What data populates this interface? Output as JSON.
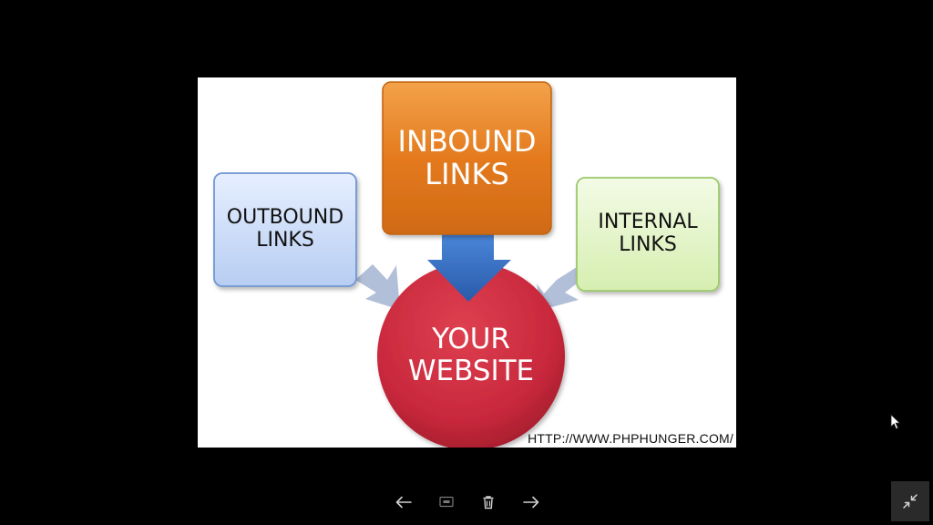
{
  "slide": {
    "boxes": {
      "inbound": {
        "line1": "INBOUND",
        "line2": "LINKS"
      },
      "outbound": {
        "line1": "OUTBOUND",
        "line2": "LINKS"
      },
      "internal": {
        "line1": "INTERNAL",
        "line2": "LINKS"
      },
      "center": {
        "line1": "YOUR",
        "line2": "WEBSITE"
      }
    },
    "url": "HTTP://WWW.PHPHUNGER.COM/"
  },
  "toolbar": {
    "icons": [
      "arrow-left-icon",
      "slideshow-icon",
      "trash-icon",
      "arrow-right-icon"
    ]
  },
  "controls": {
    "exit_fullscreen_icon": "collapse-icon"
  },
  "colors": {
    "inbound": "#e47a1e",
    "outbound": "#c9dcf7",
    "internal": "#e3f4c4",
    "center": "#c8283c",
    "arrow": "#2f63b3",
    "side_arrow": "#a9b8d4"
  }
}
